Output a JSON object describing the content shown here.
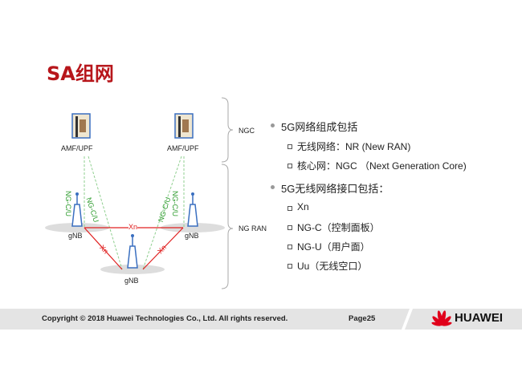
{
  "title": "SA组网",
  "diagram": {
    "core_label": "AMF/UPF",
    "gnb_label": "gNB",
    "ng_label": "NG-C/U",
    "xn_label": "Xn",
    "ngc": "NGC",
    "ngran": "NG RAN"
  },
  "bullets": [
    {
      "text": "5G网络组成包括",
      "subs": [
        "无线网络：NR (New RAN)",
        "核心网：NGC （Next Generation Core)"
      ]
    },
    {
      "text": "5G无线网络接口包括：",
      "subs": [
        "Xn",
        "NG-C（控制面板）",
        "NG-U（用户面）",
        "Uu（无线空口）"
      ]
    }
  ],
  "footer": {
    "copyright": "Copyright © 2018 Huawei Technologies Co., Ltd. All rights reserved.",
    "page": "Page25",
    "brand": "HUAWEI"
  },
  "colors": {
    "title": "#b7161b",
    "xn": "#e02020",
    "ng": "#2a9a2a"
  }
}
